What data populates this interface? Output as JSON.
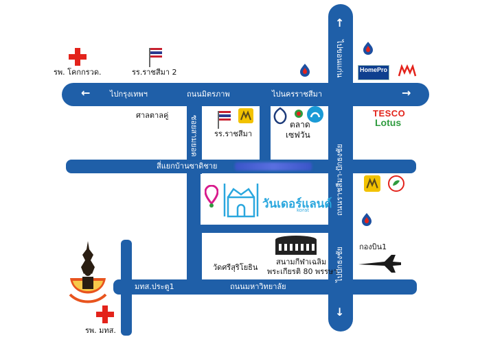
{
  "roads": {
    "mittraphap": "ถนนมิตรภาพ",
    "to_bangkok": "ไปกรุงเทพฯ",
    "to_nakhon_ratchasima": "ไปนครราชสีมา",
    "to_khon_kaen": "ไปขอนแก่น",
    "intersection": "สี่แยกบ้านซาดิชาย",
    "ratchasima_pakthongchai": "ถนนราชสีมา-ปักธงชัย",
    "soi": "ซอยสามยอด",
    "to_pakthongchai": "ไปปักธงชัย",
    "mahawitthayalai": "ถนนมหาวิทยาลัย",
    "mts_gate": "มทส.ประตู1"
  },
  "places": {
    "hospital_khok_kruat": "รพ. โคกกรวด.",
    "school_2": "รร.ราชสีมา 2",
    "sala_ta_du": "ศาลตาลคู่",
    "school": "รร.ราชสีมา",
    "market": "ตลาด",
    "market_2": "เซฟวัน",
    "wonderland": "วันเดอร์แลนด์",
    "wonderland_sub": "korat",
    "wat": "วัดศรีสุริโยธิน",
    "stadium_1": "สนามกีฬาเฉลิม",
    "stadium_2": "พระเกียรติ 80 พรรษา",
    "kongbin": "กองบิน1",
    "hospital_mts": "รพ. มทส."
  },
  "brands": {
    "homepro": "HomePro",
    "tesco": "TESCO",
    "lotus": "Lotus"
  },
  "colors": {
    "road": "#1f5fa8",
    "cross": "#e3231b",
    "tesco_red": "#e2231a",
    "lotus_green": "#2e9b3e",
    "wonder": "#2aa7de",
    "krungsri": "#c9a227"
  }
}
